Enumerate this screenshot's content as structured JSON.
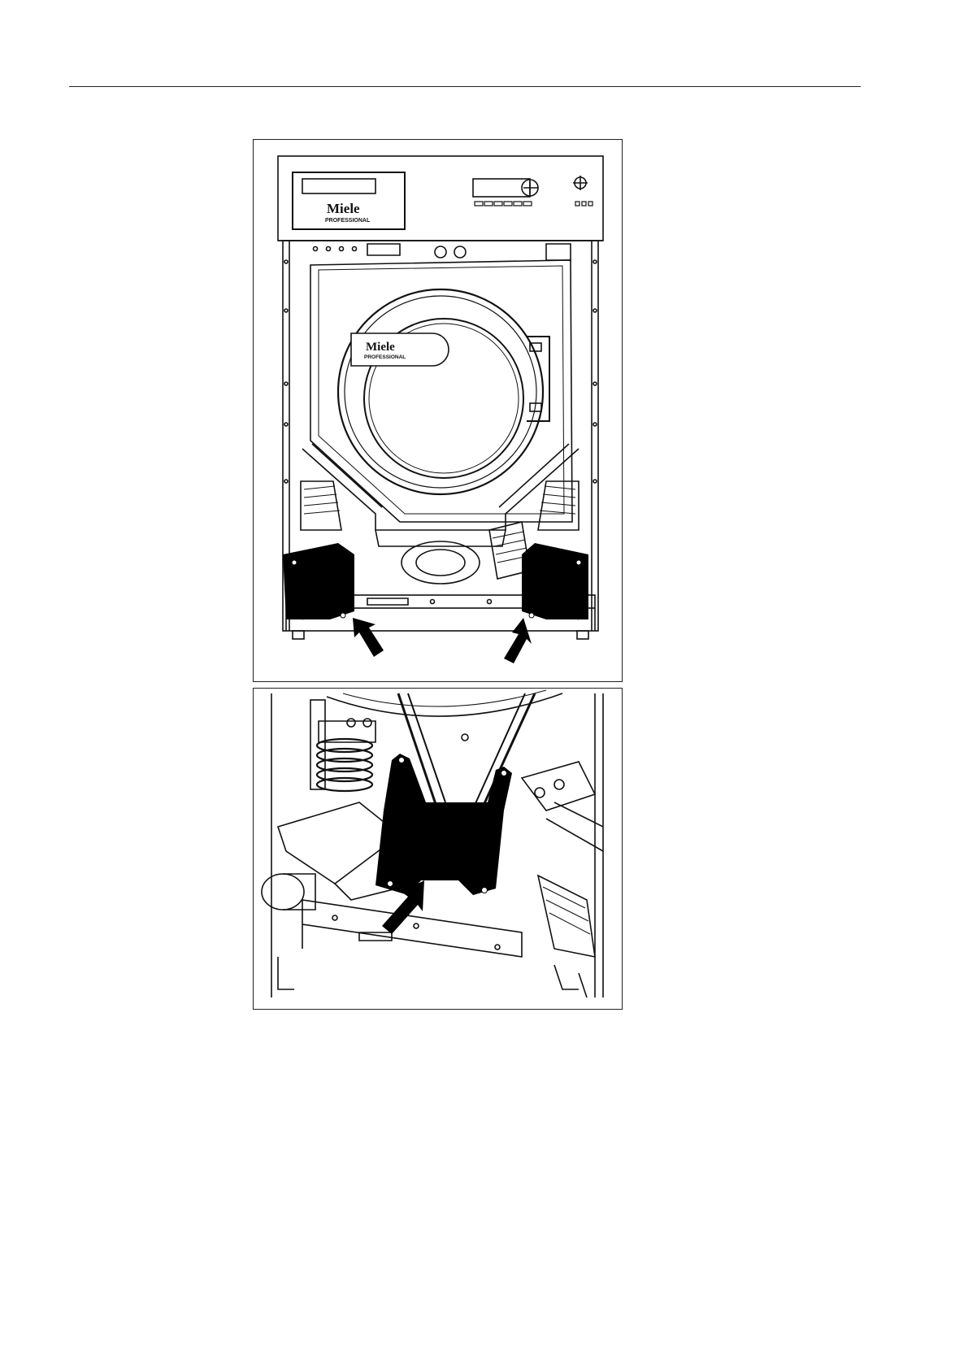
{
  "page": {
    "background": "#ffffff",
    "line_color": "#222222"
  },
  "figure_front": {
    "panel_logo": "Miele",
    "panel_logo_sub": "PROFESSIONAL",
    "door_logo": "Miele",
    "door_logo_sub": "PROFESSIONAL",
    "arrow_count": 2,
    "icons": [
      "arrow-icon",
      "arrow-icon"
    ]
  },
  "figure_rear": {
    "arrow_count": 1,
    "icons": [
      "arrow-icon"
    ]
  }
}
